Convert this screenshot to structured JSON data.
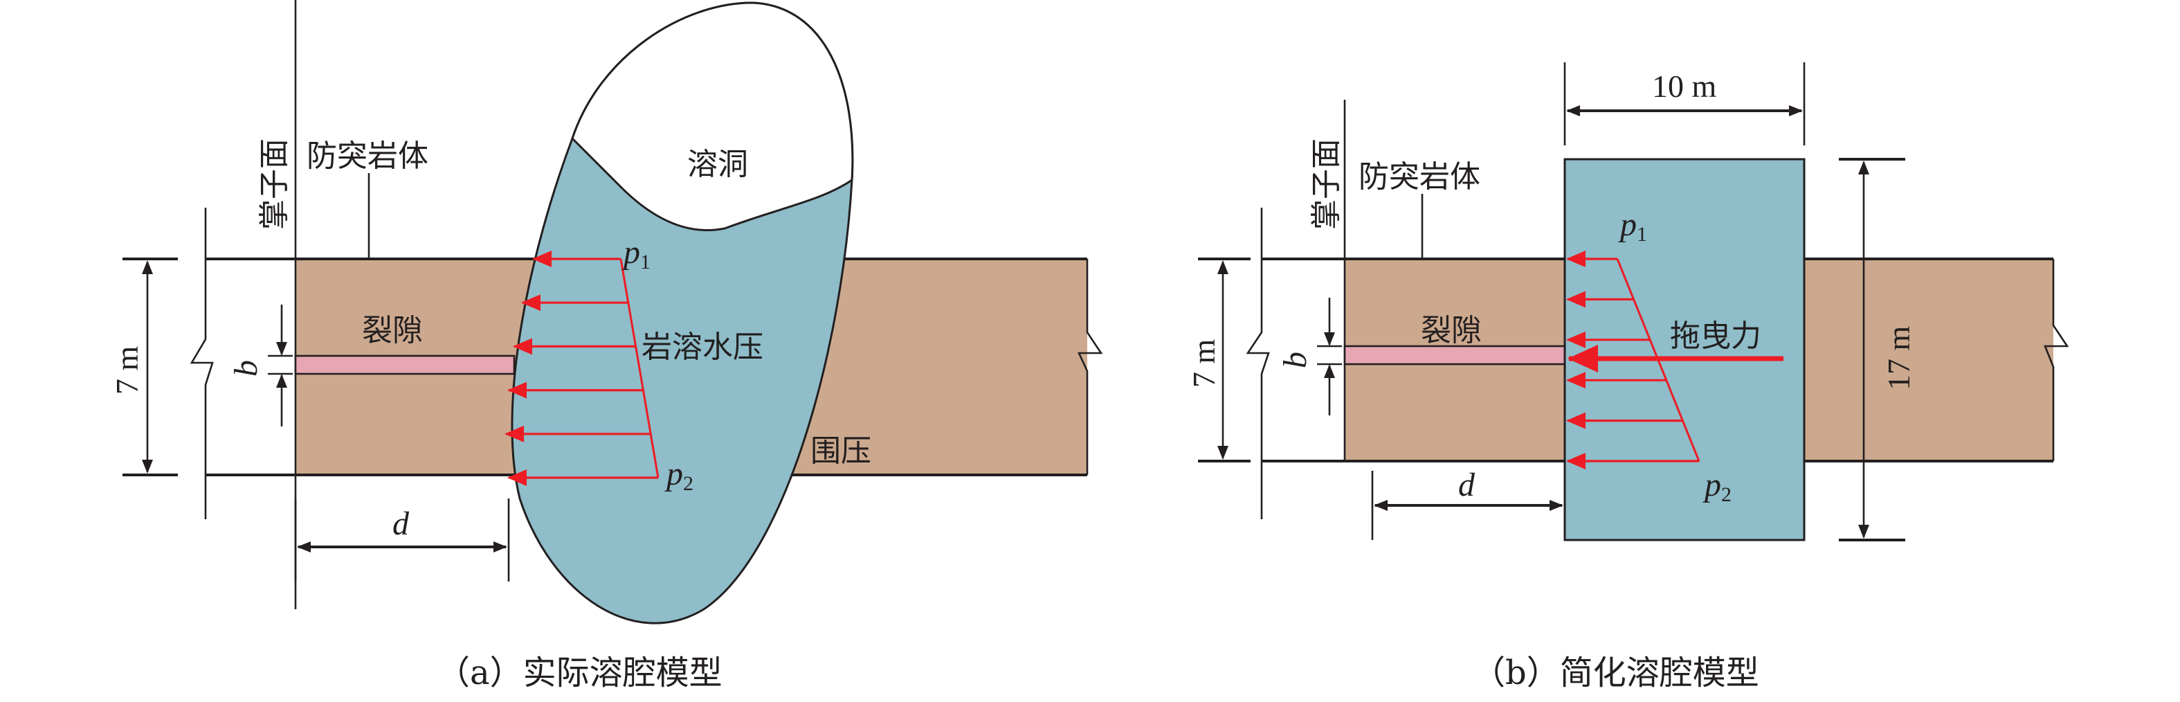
{
  "colors": {
    "rock": "#CCA98E",
    "water": "#8FBDC9",
    "crack": "#E6A6B3",
    "pressure": "#ED1C24",
    "line": "#231F20"
  },
  "panel_a": {
    "face_label": "掌子面",
    "rock_label": "防突岩体",
    "cave_label": "溶洞",
    "crack_label": "裂隙",
    "pressure_label": "岩溶水压",
    "confining_label": "围压",
    "p1": "p",
    "p1_sub": "1",
    "p2": "p",
    "p2_sub": "2",
    "height_dim": "7 m",
    "b_label": "b",
    "d_label": "d",
    "caption": "（a）实际溶腔模型"
  },
  "panel_b": {
    "face_label": "掌子面",
    "rock_label": "防突岩体",
    "crack_label": "裂隙",
    "drag_label": "拖曳力",
    "p1": "p",
    "p1_sub": "1",
    "p2": "p",
    "p2_sub": "2",
    "width_dim": "10 m",
    "cavity_height_dim": "17 m",
    "height_dim": "7 m",
    "b_label": "b",
    "d_label": "d",
    "caption": "（b）简化溶腔模型"
  }
}
